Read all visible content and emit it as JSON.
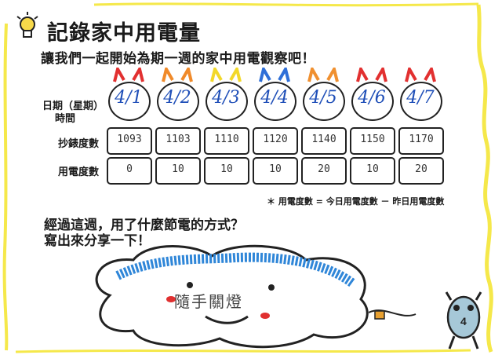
{
  "title": "記錄家中用電量",
  "intro": "讓我們一起開始為期一週的家中用電觀察吧！",
  "row_labels": {
    "date": "日期（星期）",
    "time": "時間",
    "reading": "抄錶度數",
    "usage": "用電度數"
  },
  "days": [
    {
      "date": "4/1",
      "reading": "1093",
      "usage": "0"
    },
    {
      "date": "4/2",
      "reading": "1103",
      "usage": "10"
    },
    {
      "date": "4/3",
      "reading": "1110",
      "usage": "10"
    },
    {
      "date": "4/4",
      "reading": "1120",
      "usage": "10"
    },
    {
      "date": "4/5",
      "reading": "1140",
      "usage": "20"
    },
    {
      "date": "4/6",
      "reading": "1150",
      "usage": "10"
    },
    {
      "date": "4/7",
      "reading": "1170",
      "usage": "20"
    }
  ],
  "note": "＊ 用電度數 = 今日用電度數 － 昨日用電度數",
  "question_line1": "經過這週，用了什麼節電的方式？",
  "question_line2": "寫出來分享一下！",
  "answer": "隨手關燈",
  "mascot_number": "4",
  "colors": {
    "border": "#f5e84a",
    "ink_blue": "#1f4fb8",
    "cloud_blue": "#2f86d8",
    "cheek_red": "#e03030"
  }
}
